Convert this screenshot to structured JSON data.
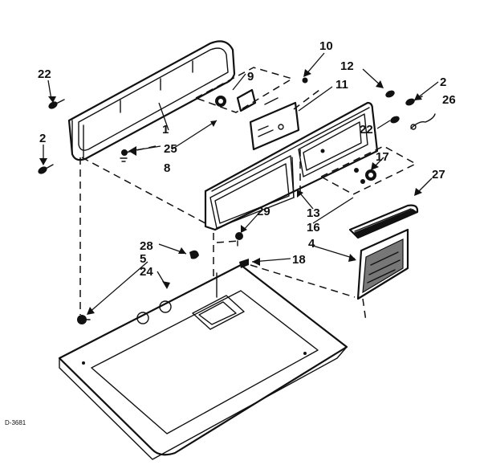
{
  "drawing_code": "D-3681",
  "labels": {
    "l1": "1",
    "l2a": "2",
    "l2b": "2",
    "l4": "4",
    "l5": "5",
    "l8": "8",
    "l9": "9",
    "l10": "10",
    "l11": "11",
    "l12": "12",
    "l13": "13",
    "l16": "16",
    "l17": "17",
    "l18": "18",
    "l22a": "22",
    "l22b": "22",
    "l24": "24",
    "l25": "25",
    "l26": "26",
    "l27": "27",
    "l28": "28",
    "l29": "29"
  }
}
